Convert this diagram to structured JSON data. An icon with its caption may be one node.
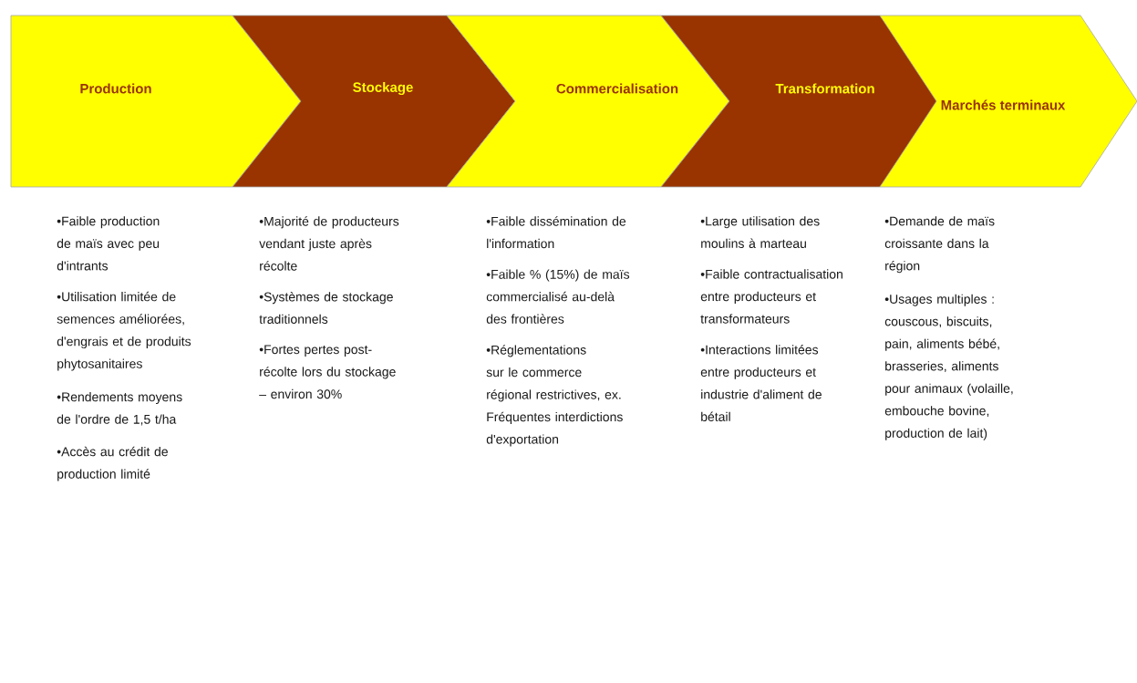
{
  "diagram": {
    "nodes": [
      {
        "text": [
          "Production"
        ],
        "beside": [
          "•Faible production de maïs avec peu d'intrants",
          "•Utilisation limitée de semences améliorées, d'engrais et de produits phytosanitaires",
          "•Rendements moyens de l'ordre de 1,5 t/ha",
          "•Accès au crédit de production limité"
        ]
      },
      {
        "text": [
          "Stockage"
        ],
        "beside": [
          "•Majorité de producteurs vendant juste après récolte",
          "•Systèmes de stockage traditionnels",
          "•Fortes pertes post-récolte lors du stockage – environ 30%"
        ]
      },
      {
        "text": [
          "Commercialisation"
        ],
        "beside": [
          "•Faible dissémination de l'information",
          "•Faible % (15%) de maïs commercialisé au-delà des frontières",
          "•Réglementations sur le commerce régional restrictives, ex. Fréquentes interdictions d'exportation"
        ]
      },
      {
        "text": [
          "Transformation"
        ],
        "beside": [
          "•Large utilisation des moulins à marteau",
          "•Faible contractualisation entre producteurs et transformateurs",
          "•Interactions limitées entre producteurs et industrie d'aliment de bétail"
        ]
      },
      {
        "text": [
          "Marchés terminaux"
        ],
        "beside": [
          "•Demande de maïs croissante dans la région",
          "•Usages multiples : couscous, biscuits, pain, aliments bébé, brasseries, aliments pour animaux (volaille, embouche bovine, production de lait)"
        ]
      }
    ]
  }
}
